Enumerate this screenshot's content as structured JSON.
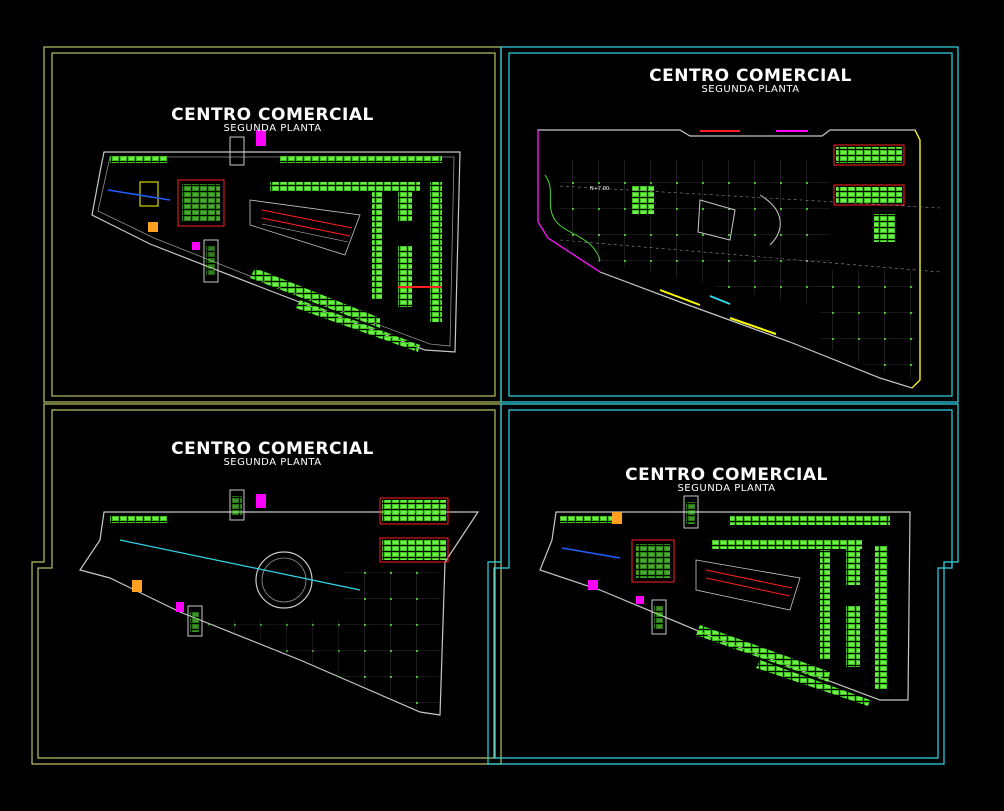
{
  "sheets": [
    {
      "title": "CENTRO COMERCIAL",
      "subtitle": "SEGUNDA PLANTA"
    },
    {
      "title": "CENTRO COMERCIAL",
      "subtitle": "SEGUNDA PLANTA"
    },
    {
      "title": "CENTRO COMERCIAL",
      "subtitle": "SEGUNDA PLANTA"
    },
    {
      "title": "CENTRO COMERCIAL",
      "subtitle": "SEGUNDA PLANTA"
    }
  ],
  "plan_labels": {
    "level_text": "N+7.00"
  },
  "colors": {
    "frame_left": "#b8c060",
    "frame_right": "#30d8e8",
    "wall": "#c8c8c8",
    "shop": "#58e830",
    "accent_magenta": "#ff00ff",
    "accent_yellow": "#ffff00",
    "accent_red": "#ff2020",
    "accent_blue": "#2060ff"
  }
}
